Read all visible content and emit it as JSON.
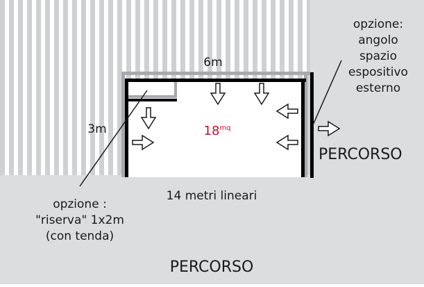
{
  "colors": {
    "stripe": "#cfd0d2",
    "corridor": "#dcdddf",
    "wall": "#000000",
    "wall_outline": "#a7a9ac",
    "area_text": "#c8102e"
  },
  "labels": {
    "width": "6m",
    "depth": "3m",
    "area_value": "18",
    "area_unit": "mq",
    "linear_meters": "14 metri lineari",
    "path_right": "PERCORSO",
    "path_bottom": "PERCORSO",
    "corner_option": [
      "opzione:",
      "angolo",
      "spazio",
      "espositivo",
      "esterno"
    ],
    "storage_option": [
      "opzione :",
      "\"riserva\" 1x2m",
      "(con tenda)"
    ]
  },
  "icons": {
    "arrows": [
      "arrow-down-icon",
      "arrow-down-icon",
      "arrow-down-icon",
      "arrow-right-icon",
      "arrow-left-icon",
      "arrow-left-icon",
      "arrow-right-icon"
    ]
  }
}
